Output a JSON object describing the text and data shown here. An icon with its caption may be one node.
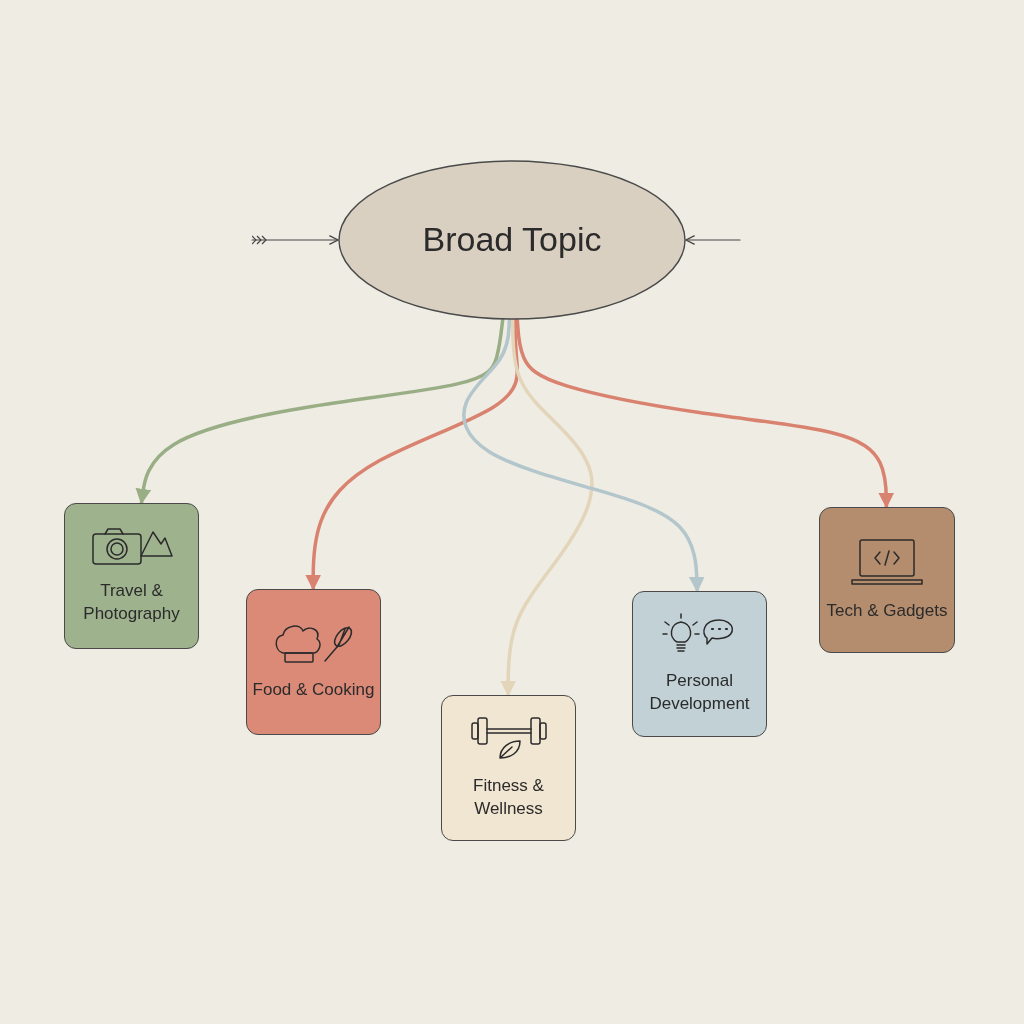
{
  "diagram": {
    "nodes": [
      {
        "text": [
          "Broad Topic"
        ]
      },
      {
        "text": [
          "Travel & Photography"
        ]
      },
      {
        "text": [
          "Food & Cooking"
        ]
      },
      {
        "text": [
          "Fitness & Wellness"
        ]
      },
      {
        "text": [
          "Personal Development"
        ]
      },
      {
        "text": [
          "Tech & Gadgets"
        ]
      }
    ],
    "edges": [
      {
        "from": 0,
        "to": 1,
        "arrow": "to",
        "color": "#9aae86"
      },
      {
        "from": 0,
        "to": 2,
        "arrow": "to",
        "color": "#d9826f"
      },
      {
        "from": 0,
        "to": 3,
        "arrow": "to",
        "color": "#e3d5b9"
      },
      {
        "from": 0,
        "to": 4,
        "arrow": "to",
        "color": "#b3c6cb"
      },
      {
        "from": 0,
        "to": 5,
        "arrow": "to",
        "color": "#d9826f"
      },
      {
        "from": null,
        "to": 0,
        "arrow": "to",
        "color": "#444444"
      },
      {
        "from": null,
        "to": 0,
        "arrow": "to",
        "color": "#444444"
      }
    ]
  }
}
